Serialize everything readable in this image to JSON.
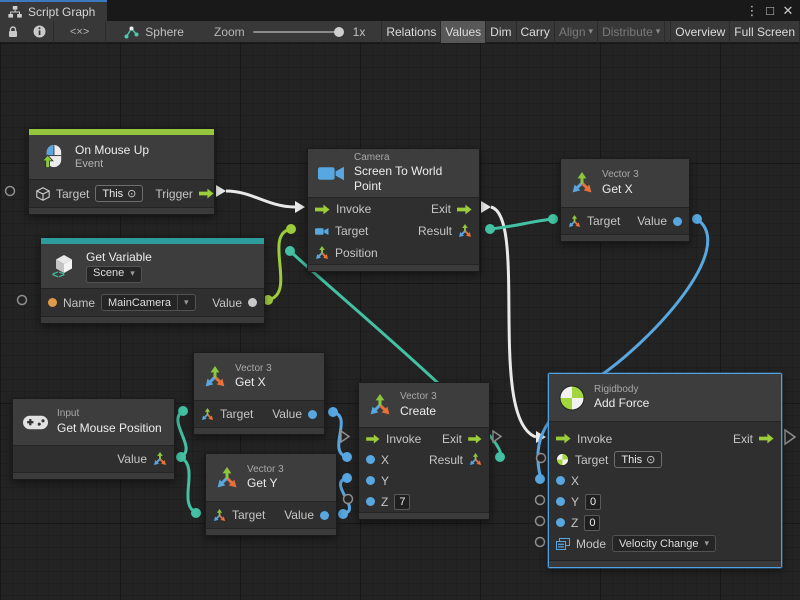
{
  "icons": {
    "more": "⋮",
    "maximize": "□",
    "close": "✕",
    "caret": "▾",
    "target_self": "⊙",
    "code": "<×>"
  },
  "colors": {
    "event_accent": "#94C73E",
    "variable_accent": "#2C9C9C",
    "selection": "#4FA3E3",
    "wire_control": "#E9E9E9",
    "wire_object": "#9CCB3B",
    "wire_vector": "#43C1A2",
    "wire_number": "#58A7E1",
    "port_empty": "#8f8f8f",
    "canvas": "#232323"
  },
  "window": {
    "tab_title": "Script Graph"
  },
  "toolbar": {
    "graph_name": "Sphere",
    "zoom_label": "Zoom",
    "zoom_value": "1x",
    "buttons": [
      {
        "label": "Relations",
        "state": "normal"
      },
      {
        "label": "Values",
        "state": "active"
      },
      {
        "label": "Dim",
        "state": "normal"
      },
      {
        "label": "Carry",
        "state": "normal"
      },
      {
        "label": "Align",
        "state": "disabled"
      },
      {
        "label": "Distribute",
        "state": "disabled"
      },
      {
        "label": "Overview",
        "state": "normal"
      },
      {
        "label": "Full Screen",
        "state": "normal"
      }
    ]
  },
  "nodes": {
    "on_mouse_up": {
      "title": "On Mouse Up",
      "subtitle": "Event",
      "ports": {
        "target": "Target",
        "target_value": "This",
        "trigger": "Trigger"
      }
    },
    "get_variable": {
      "title": "Get Variable",
      "scope": "Scene",
      "ports": {
        "name": "Name",
        "name_value": "MainCamera",
        "value": "Value"
      }
    },
    "screen_to_world": {
      "category": "Camera",
      "title": "Screen To World Point",
      "ports": {
        "invoke": "Invoke",
        "exit": "Exit",
        "target": "Target",
        "result": "Result",
        "position": "Position"
      }
    },
    "get_x_top": {
      "category": "Vector 3",
      "title": "Get X",
      "ports": {
        "target": "Target",
        "value": "Value"
      }
    },
    "get_mouse_position": {
      "category": "Input",
      "title": "Get Mouse Position",
      "ports": {
        "value": "Value"
      }
    },
    "get_x_mid": {
      "category": "Vector 3",
      "title": "Get X",
      "ports": {
        "target": "Target",
        "value": "Value"
      }
    },
    "get_y": {
      "category": "Vector 3",
      "title": "Get Y",
      "ports": {
        "target": "Target",
        "value": "Value"
      }
    },
    "create_vector": {
      "category": "Vector 3",
      "title": "Create",
      "ports": {
        "invoke": "Invoke",
        "exit": "Exit",
        "x": "X",
        "y": "Y",
        "z": "Z",
        "z_value": "7",
        "result": "Result"
      }
    },
    "add_force": {
      "category": "Rigidbody",
      "title": "Add Force",
      "selected": "true",
      "ports": {
        "invoke": "Invoke",
        "exit": "Exit",
        "target": "Target",
        "target_value": "This",
        "x": "X",
        "y": "Y",
        "y_value": "0",
        "z": "Z",
        "z_value": "0",
        "mode": "Mode",
        "mode_value": "Velocity Change"
      }
    }
  }
}
